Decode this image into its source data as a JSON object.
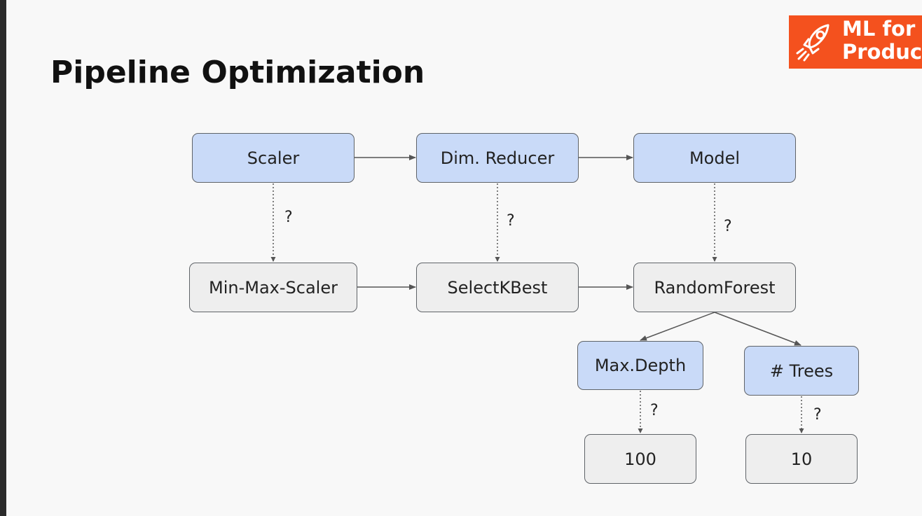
{
  "slide": {
    "title": "Pipeline Optimization"
  },
  "logo": {
    "line1": "ML for",
    "line2": "Produc",
    "icon": "rocket-icon",
    "color": "#f4511e"
  },
  "colors": {
    "stage_fill": "#c9daf8",
    "choice_fill": "#eeeeee",
    "border": "#5f6368"
  },
  "diagram": {
    "stages": [
      "Scaler",
      "Dim. Reducer",
      "Model"
    ],
    "choices": [
      "Min-Max-Scaler",
      "SelectKBest",
      "RandomForest"
    ],
    "hyperparams": [
      "Max.Depth",
      "# Trees"
    ],
    "values": [
      "100",
      "10"
    ],
    "unknown_marker": "?"
  }
}
